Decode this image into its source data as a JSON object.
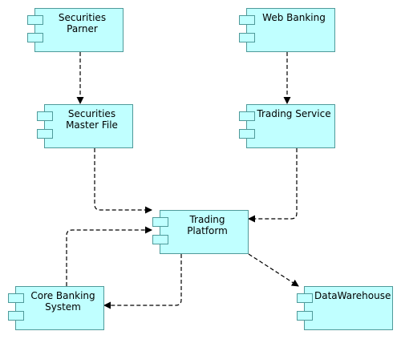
{
  "components": {
    "securities_parner": "Securities\nParner",
    "web_banking": "Web Banking",
    "securities_master_file": "Securities\nMaster File",
    "trading_service": "Trading Service",
    "trading_platform": "Trading\nPlatform",
    "core_banking_system": "Core Banking\nSystem",
    "datawarehouse": "DataWarehouse"
  },
  "colors": {
    "component_fill": "#c0ffff",
    "component_border": "#4f9a9a",
    "connector": "#000000"
  },
  "dependencies": [
    {
      "from": "Securities Parner",
      "to": "Securities Master File"
    },
    {
      "from": "Web Banking",
      "to": "Trading Service"
    },
    {
      "from": "Securities Master File",
      "to": "Trading Platform"
    },
    {
      "from": "Trading Service",
      "to": "Trading Platform"
    },
    {
      "from": "Core Banking System",
      "to": "Trading Platform"
    },
    {
      "from": "Trading Platform",
      "to": "Core Banking System"
    },
    {
      "from": "Trading Platform",
      "to": "DataWarehouse"
    }
  ]
}
